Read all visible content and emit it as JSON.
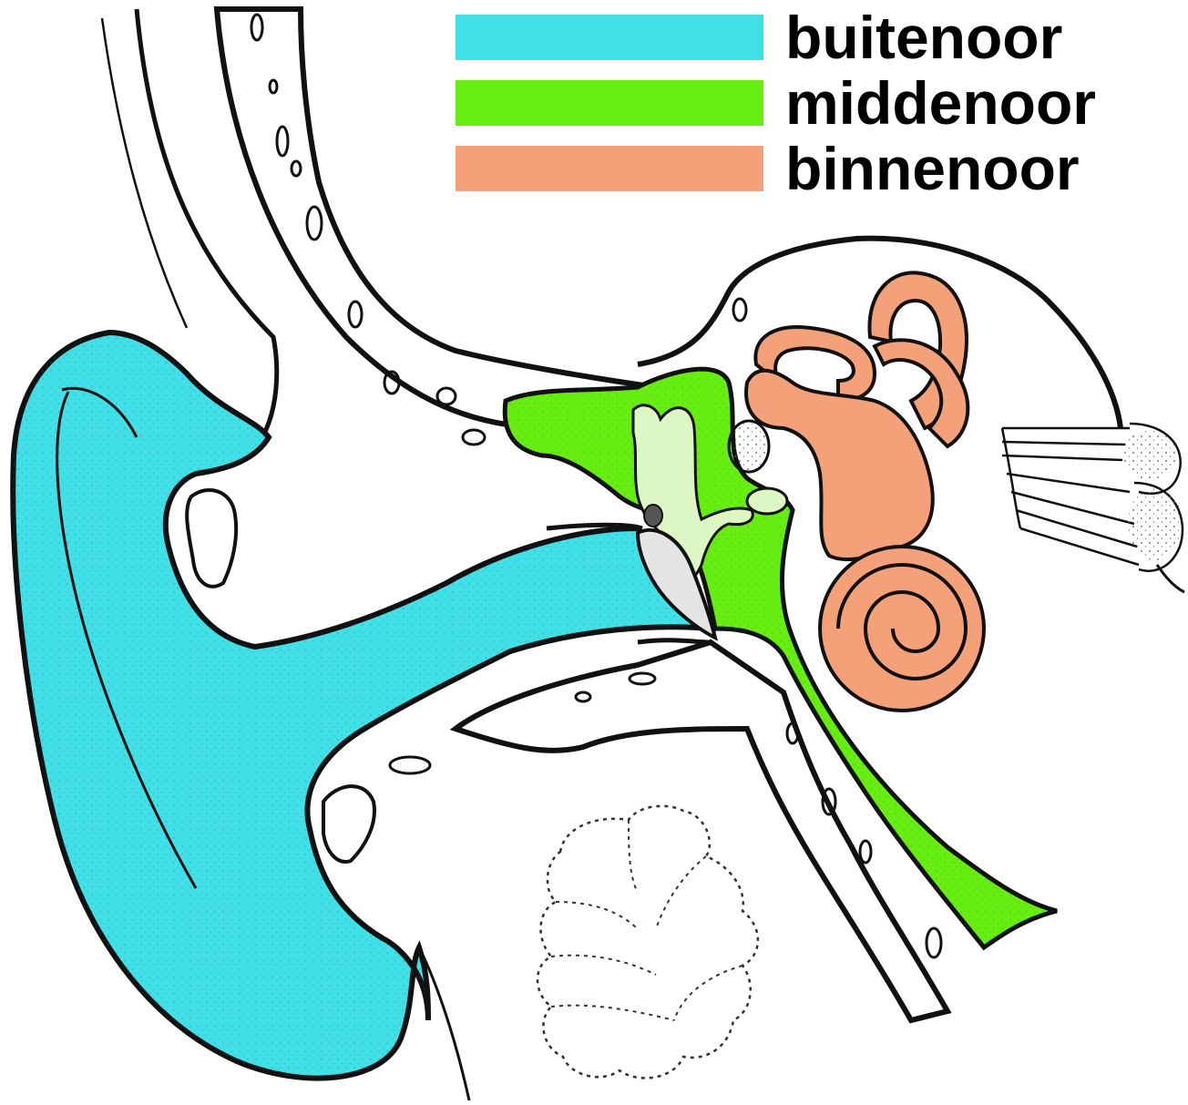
{
  "legend": {
    "outer": {
      "label": "buitenoor",
      "color": "#40e0e8"
    },
    "middle": {
      "label": "middenoor",
      "color": "#66ee11"
    },
    "inner": {
      "label": "binnenoor",
      "color": "#f4a078"
    }
  },
  "colors": {
    "outline": "#111111",
    "ossicles": "#dcf7c4",
    "tympanic_membrane": "#e4e4e4"
  }
}
